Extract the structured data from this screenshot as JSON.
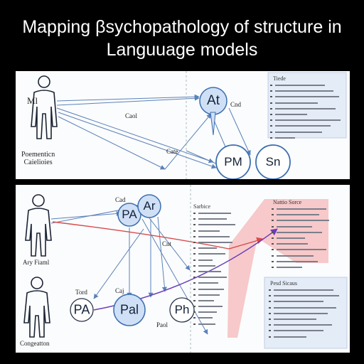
{
  "title_line1": "Mapping βsychopathology of structure in",
  "title_line2": "Languuage models",
  "top_panel": {
    "figure_label": "Ml",
    "caption": "Poementicn\nCaielioies",
    "edge_label_1": "Caol",
    "edge_label_2": "Cnd",
    "edge_label_3": "Cate",
    "node_1": "At",
    "node_2": "PM",
    "node_3": "Sn",
    "list_heading": "Tiede"
  },
  "bottom_panel": {
    "figure_1_caption": "Ary Fiaml",
    "figure_2_caption": "Congeatton",
    "edge_label_1": "Cad",
    "edge_label_2": "Cnt",
    "edge_label_3": "Tord",
    "edge_label_4": "Caj",
    "edge_label_5": "Paol",
    "node_1": "PA",
    "node_2": "Ar",
    "node_3": "PA",
    "node_4": "Pal",
    "node_5": "Ph",
    "list_1_heading": "Sarbice",
    "list_2_heading": "Nattio Sorce",
    "list_3_heading": "Pesd Sicaus"
  },
  "colors": {
    "arrow_blue": "#5b82b8",
    "arrow_red": "#d84a4a",
    "arrow_purple": "#6a3cb8",
    "node_fill": "#cfe0f6",
    "highlight_red": "#f28b8b"
  }
}
